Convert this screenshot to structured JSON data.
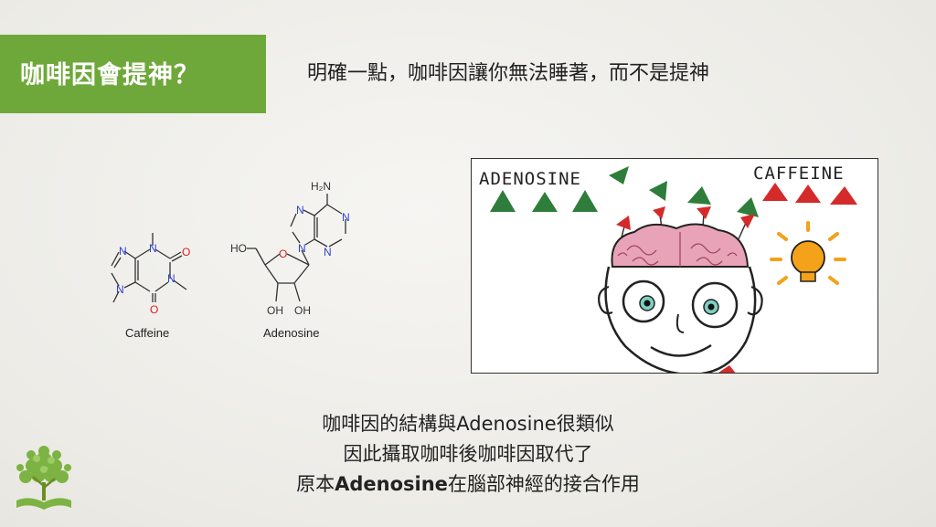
{
  "slide": {
    "title": "咖啡因會提神？",
    "subtitle": "明確一點，咖啡因讓你無法睡著，而不是提神"
  },
  "molecules": {
    "caffeine_name": "Caffeine",
    "adenosine_name": "Adenosine",
    "atoms": {
      "N": "N",
      "O": "O",
      "H2N": "H₂N",
      "HO": "HO",
      "OH": "OH"
    }
  },
  "cartoon": {
    "label_left": "ADENOSINE",
    "label_right": "CAFFEINE",
    "colors": {
      "adenosine": "#2f7d3a",
      "caffeine": "#d42a2a",
      "bulb": "#f3a21a",
      "brain": "#e8a3b8"
    }
  },
  "body": {
    "line1": "咖啡因的結構與Adenosine很類似",
    "line2": "因此攝取咖啡後咖啡因取代了",
    "line3_prefix": "原本",
    "line3_bold": "Adenosine",
    "line3_suffix": "在腦部神經的接合作用"
  },
  "colors": {
    "title_bg": "#6fa83a",
    "nitrogen": "#2c3fd6",
    "oxygen": "#d42020"
  }
}
